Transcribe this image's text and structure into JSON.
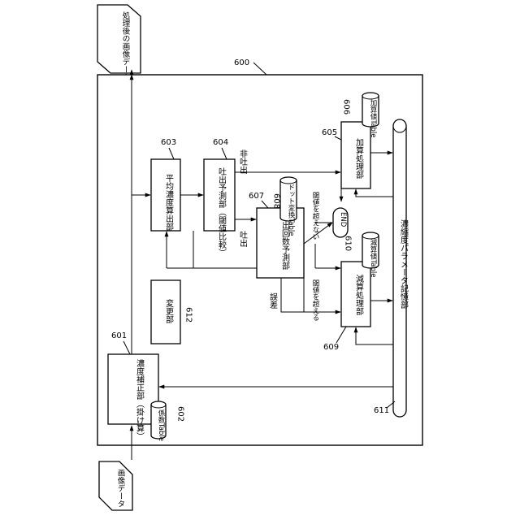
{
  "figure": {
    "refs": {
      "system": "600",
      "correction": "601",
      "coef_table": "602",
      "avg_density": "603",
      "ejection_pred": "604",
      "addition_proc": "605",
      "addition_table": "606",
      "count_pred": "607",
      "dot_table": "608",
      "subtraction_proc": "609",
      "subtraction_table": "610",
      "param_storage": "611",
      "changer": "612"
    },
    "input_doc": "画像データ",
    "output_doc": "処理後の画像データ",
    "correction_unit": "濃度補正部（掛け算）",
    "coef_table": "係数Table",
    "avg_density_unit": "平均濃度算出部",
    "ejection_pred_unit": "吐出予測部（閾値比較）",
    "count_pred_unit": "吐出回数予測部",
    "dot_table": "ドット変換Table",
    "addition_unit": "加算処理部",
    "addition_table": "加算値Table",
    "subtraction_unit": "減算処理部",
    "subtraction_table": "減算値Table",
    "changer_unit": "変更部",
    "param_storage": "濃縮度パラメータ記憶部",
    "end_label": "END",
    "label_non_eject": "非吐出",
    "label_eject": "吐出",
    "label_not_exceed": "閾値を超えない",
    "label_exceed": "閾値を超える",
    "label_error": "誤差"
  }
}
